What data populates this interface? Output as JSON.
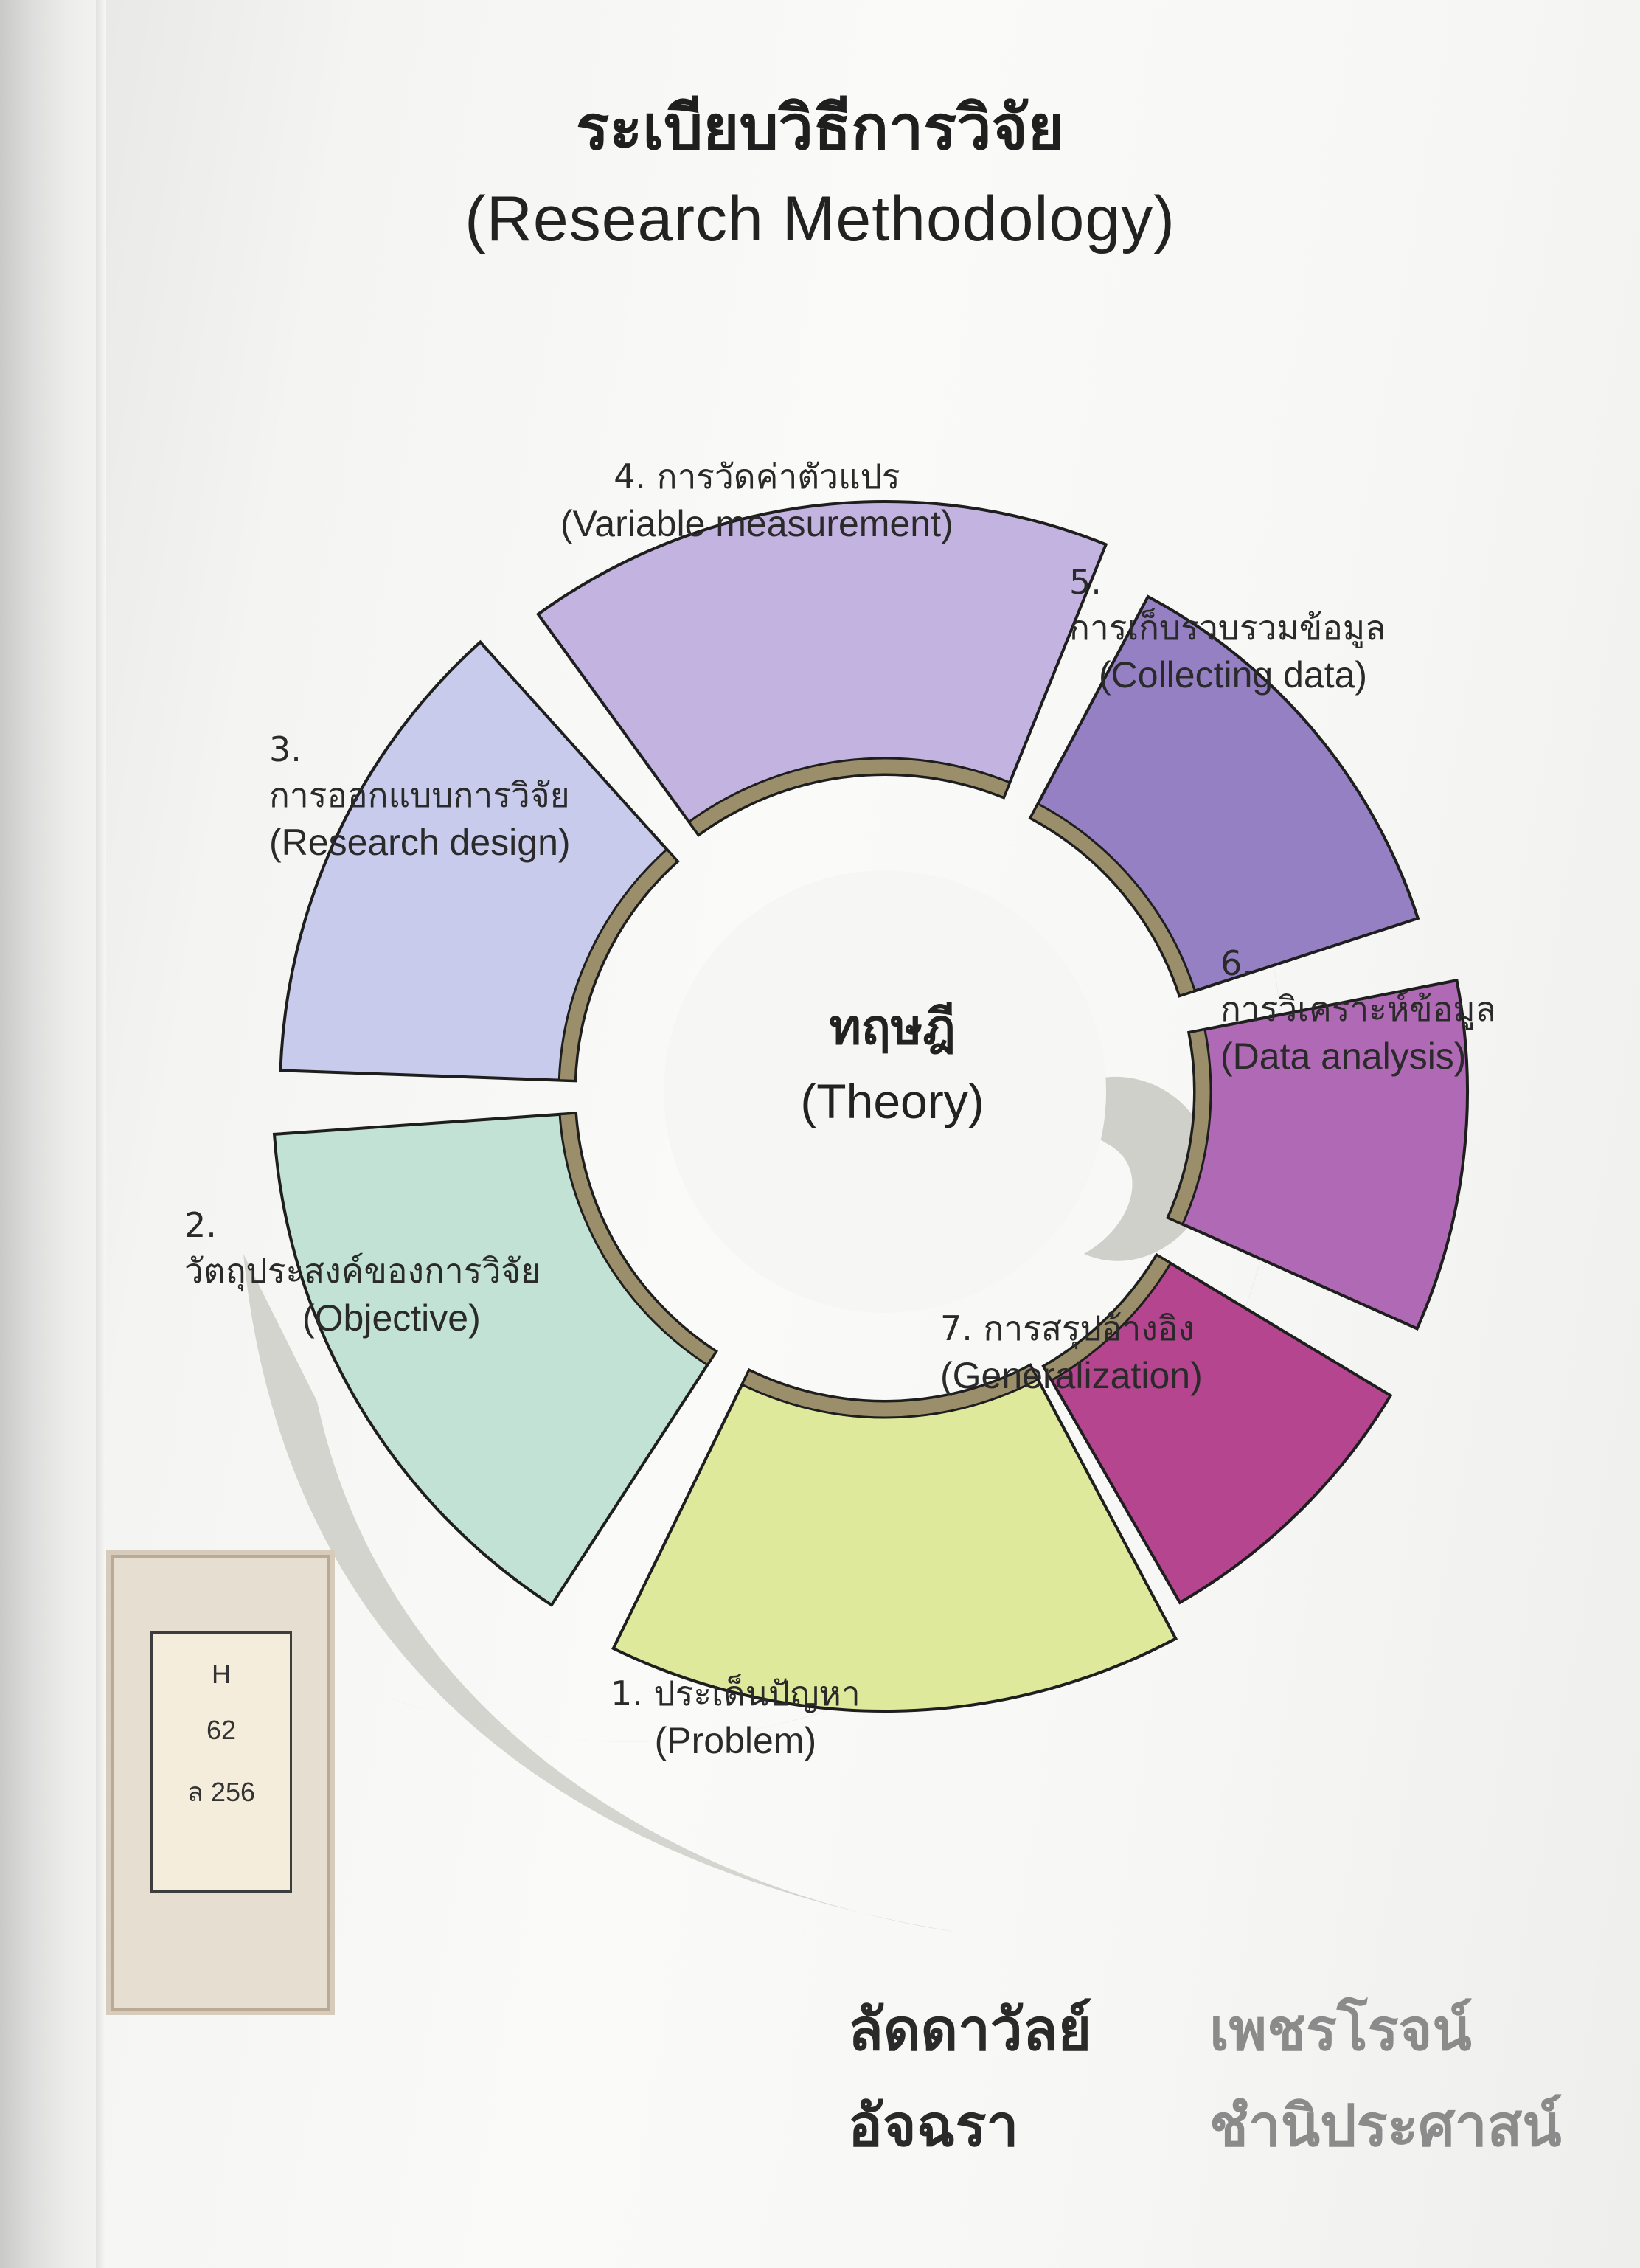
{
  "title_th": "ระเบียบวิธีการวิจัย",
  "title_en": "(Research Methodology)",
  "center": {
    "th": "ทฤษฎี",
    "en": "(Theory)"
  },
  "segments": [
    {
      "th": "1. ประเด็นปัญหา",
      "en": "(Problem)",
      "color": "#dfe99c"
    },
    {
      "num": "2.",
      "th": "วัตถุประสงค์ของการวิจัย",
      "en": "(Objective)",
      "color": "#c2e2d5"
    },
    {
      "num": "3.",
      "th": "การออกแบบการวิจัย",
      "en": "(Research design)",
      "color": "#c9cbec"
    },
    {
      "th": "4. การวัดค่าตัวแปร",
      "en": "(Variable measurement)",
      "color": "#c3b3e0"
    },
    {
      "num": "5.",
      "th": "การเก็บรวบรวมข้อมูล",
      "en": "(Collecting data)",
      "color": "#9680c4"
    },
    {
      "num": "6.",
      "th": "การวิเคราะห์ข้อมูล",
      "en": "(Data analysis)",
      "color": "#b069b4"
    },
    {
      "th": "7. การสรุปอ้างอิง",
      "en": "(Generalization)",
      "color": "#b5458f"
    }
  ],
  "call_number": {
    "line1": "H",
    "line2": "62",
    "line3": "ล 256"
  },
  "authors": [
    {
      "first": "ลัดดาวัลย์",
      "last": "เพชรโรจน์"
    },
    {
      "first": "อัจฉรา",
      "last": "ชำนิประศาสน์"
    }
  ]
}
